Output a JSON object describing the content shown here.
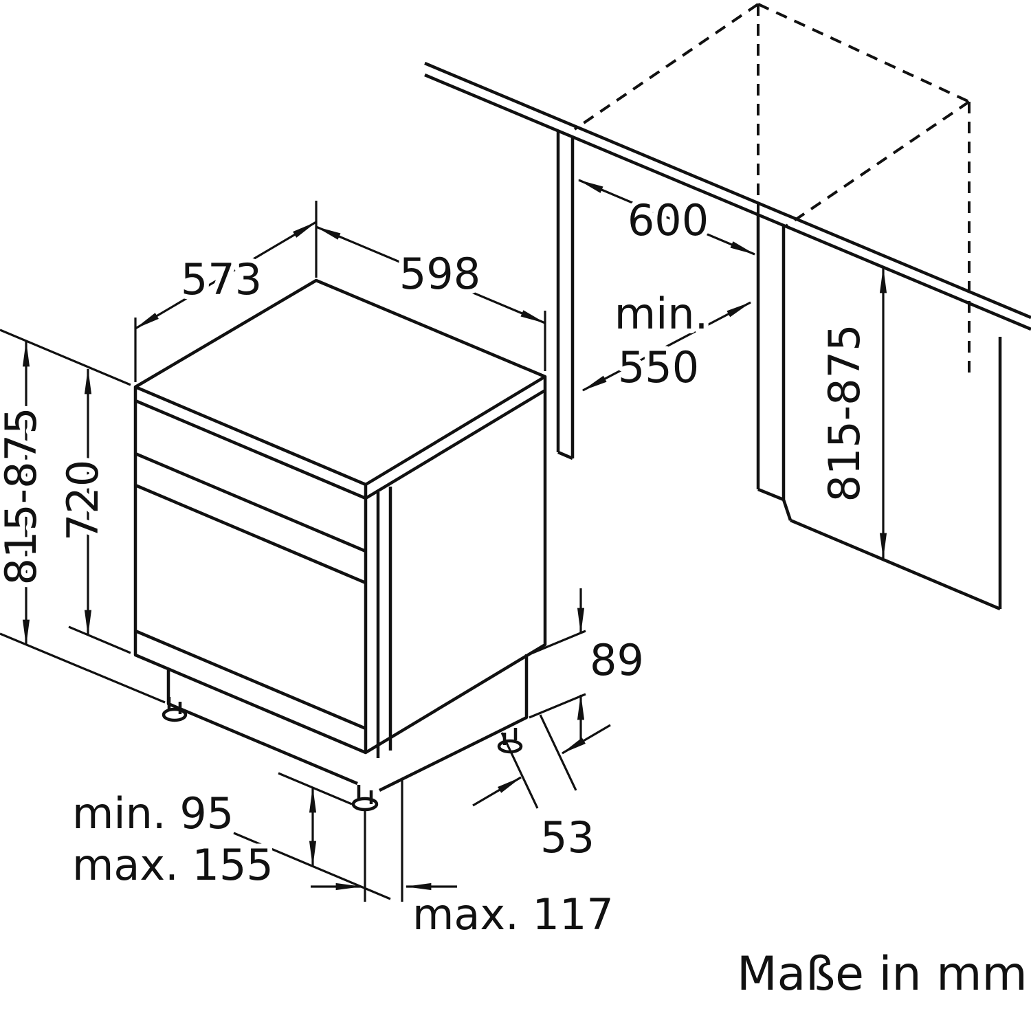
{
  "meta": {
    "unit_note": "Maße in mm"
  },
  "dimensions": {
    "top_depth": "573",
    "top_width": "598",
    "niche_width": "600",
    "niche_depth_prefix": "min.",
    "niche_depth_value": "550",
    "overall_height": "815-875",
    "body_height": "720",
    "base_rear_height": "89",
    "niche_height": "815-875",
    "feet_min": "min. 95",
    "feet_max": "max. 155",
    "base_offset": "53",
    "plinth_recess": "max. 117"
  }
}
